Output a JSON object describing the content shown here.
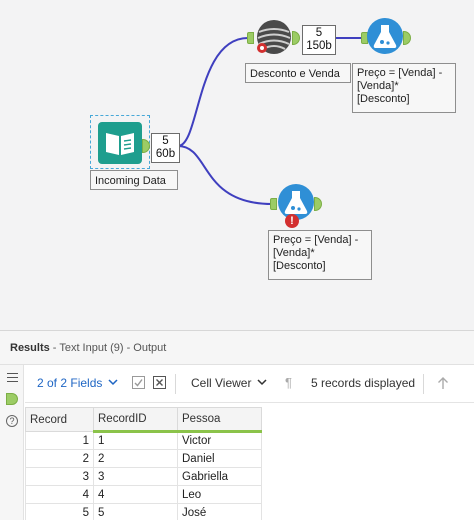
{
  "workflow": {
    "input_tool": {
      "caption": "Incoming Data",
      "count_records": "5",
      "count_size": "60b"
    },
    "formula_top": {
      "caption": "Preço = [Venda] -\n[Venda]*\n[Desconto]"
    },
    "stat_tool": {
      "caption": "Desconto e Venda",
      "count_records": "5",
      "count_size": "150b"
    },
    "formula_bottom": {
      "caption": "Preço = [Venda] -\n[Venda]*\n[Desconto]",
      "error_glyph": "!"
    }
  },
  "results": {
    "title": "Results",
    "subtitle": " - Text Input (9) - Output",
    "fields_label": "2 of 2 Fields",
    "viewer_label": "Cell Viewer",
    "records_label": "5 records displayed",
    "columns": [
      "Record",
      "RecordID",
      "Pessoa"
    ],
    "rows": [
      {
        "record": "1",
        "id": "1",
        "pessoa": "Victor"
      },
      {
        "record": "2",
        "id": "2",
        "pessoa": "Daniel"
      },
      {
        "record": "3",
        "id": "3",
        "pessoa": "Gabriella"
      },
      {
        "record": "4",
        "id": "4",
        "pessoa": "Leo"
      },
      {
        "record": "5",
        "id": "5",
        "pessoa": "José"
      }
    ]
  },
  "icons": {
    "input": "book-icon",
    "stat": "yarn-ball-icon",
    "formula": "flask-icon",
    "error": "error-icon",
    "fields_dropdown": "chevron-down-icon",
    "check": "checkbox-icon",
    "clear": "clear-icon",
    "pilcrow": "pilcrow-icon",
    "up": "arrow-up-icon",
    "menu": "menu-icon",
    "anchor": "anchor-icon",
    "help": "help-icon"
  },
  "colors": {
    "wire": "#3f3fbf",
    "anchor": "#9ccc65",
    "formula_blue": "#2f8fd6",
    "input_teal": "#1e9e8e",
    "error": "#d32f2f"
  }
}
